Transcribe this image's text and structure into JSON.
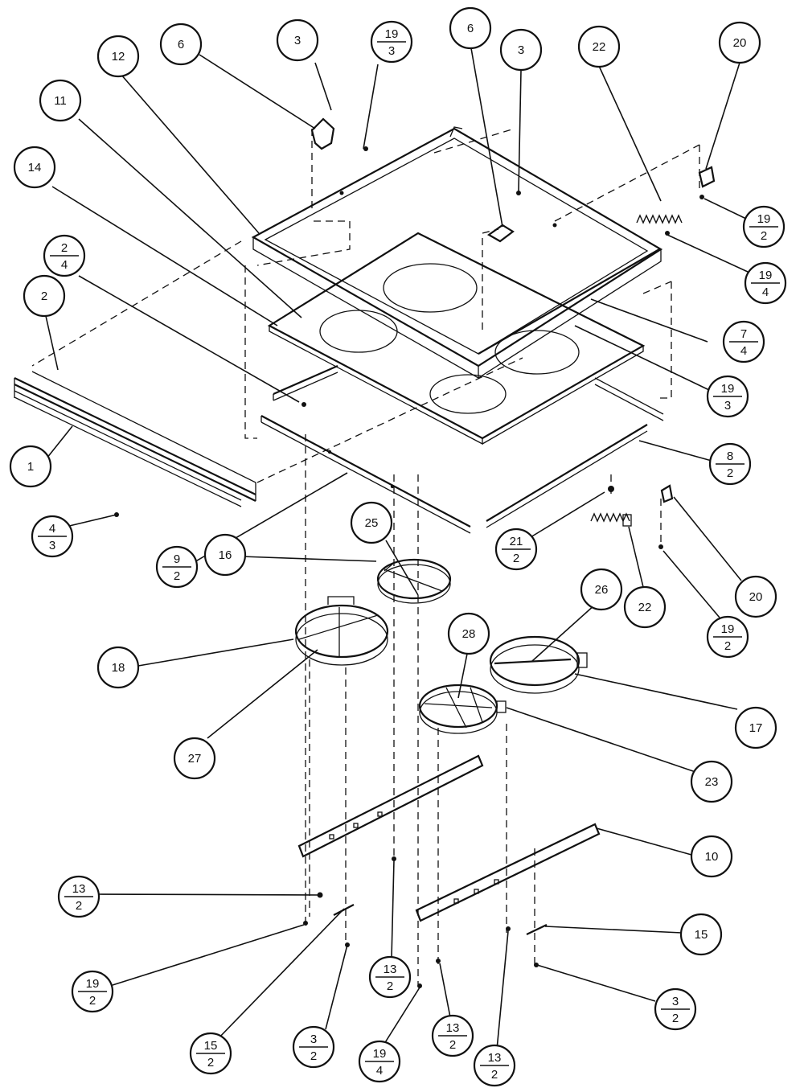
{
  "callouts": [
    {
      "id": "c1",
      "top": "1"
    },
    {
      "id": "c2",
      "top": "2"
    },
    {
      "id": "c2-4",
      "top": "2",
      "bottom": "4"
    },
    {
      "id": "c14",
      "top": "14"
    },
    {
      "id": "c11",
      "top": "11"
    },
    {
      "id": "c12",
      "top": "12"
    },
    {
      "id": "c6a",
      "top": "6"
    },
    {
      "id": "c3a",
      "top": "3"
    },
    {
      "id": "c19-3a",
      "top": "19",
      "bottom": "3"
    },
    {
      "id": "c6b",
      "top": "6"
    },
    {
      "id": "c3b",
      "top": "3"
    },
    {
      "id": "c22a",
      "top": "22"
    },
    {
      "id": "c20a",
      "top": "20"
    },
    {
      "id": "c19-2a",
      "top": "19",
      "bottom": "2"
    },
    {
      "id": "c19-4a",
      "top": "19",
      "bottom": "4"
    },
    {
      "id": "c7-4",
      "top": "7",
      "bottom": "4"
    },
    {
      "id": "c19-3b",
      "top": "19",
      "bottom": "3"
    },
    {
      "id": "c8-2",
      "top": "8",
      "bottom": "2"
    },
    {
      "id": "c4-3",
      "top": "4",
      "bottom": "3"
    },
    {
      "id": "c9-2",
      "top": "9",
      "bottom": "2"
    },
    {
      "id": "c16",
      "top": "16"
    },
    {
      "id": "c25",
      "top": "25"
    },
    {
      "id": "c21-2",
      "top": "21",
      "bottom": "2"
    },
    {
      "id": "c22b",
      "top": "22"
    },
    {
      "id": "c20b",
      "top": "20"
    },
    {
      "id": "c19-2b",
      "top": "19",
      "bottom": "2"
    },
    {
      "id": "c18",
      "top": "18"
    },
    {
      "id": "c26",
      "top": "26"
    },
    {
      "id": "c28",
      "top": "28"
    },
    {
      "id": "c17",
      "top": "17"
    },
    {
      "id": "c27",
      "top": "27"
    },
    {
      "id": "c23",
      "top": "23"
    },
    {
      "id": "c10",
      "top": "10"
    },
    {
      "id": "c13-2a",
      "top": "13",
      "bottom": "2"
    },
    {
      "id": "c15a",
      "top": "15"
    },
    {
      "id": "c19-2c",
      "top": "19",
      "bottom": "2"
    },
    {
      "id": "c13-2b",
      "top": "13",
      "bottom": "2"
    },
    {
      "id": "c15-2",
      "top": "15",
      "bottom": "2"
    },
    {
      "id": "c3-2a",
      "top": "3",
      "bottom": "2"
    },
    {
      "id": "c19-4b",
      "top": "19",
      "bottom": "4"
    },
    {
      "id": "c13-2c",
      "top": "13",
      "bottom": "2"
    },
    {
      "id": "c13-2d",
      "top": "13",
      "bottom": "2"
    },
    {
      "id": "c3-2b",
      "top": "3",
      "bottom": "2"
    }
  ]
}
